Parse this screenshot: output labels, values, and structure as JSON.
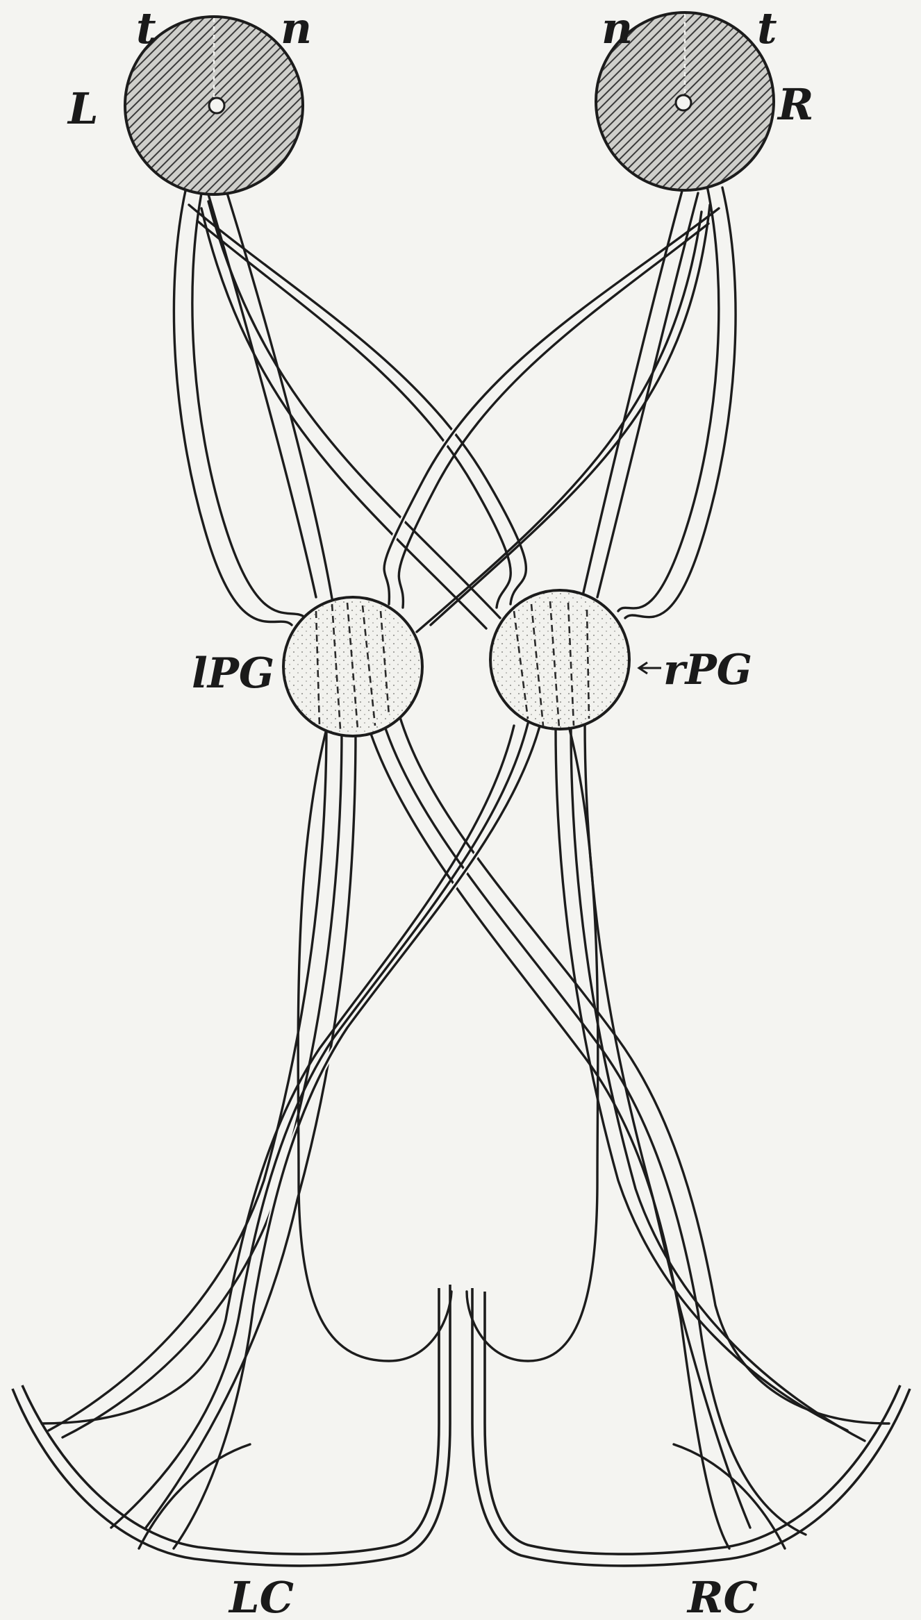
{
  "labels": {
    "left_eye": "L",
    "right_eye": "R",
    "left_temporal": "t",
    "left_nasal": "n",
    "right_nasal": "n",
    "right_temporal": "t",
    "left_geniculate": "lPG",
    "right_geniculate": "rPG",
    "left_cortex": "LC",
    "right_cortex": "RC"
  },
  "colors": {
    "line": "#1c1c1c",
    "background": "#f4f4f1",
    "hatch": "#3a3a3a"
  }
}
